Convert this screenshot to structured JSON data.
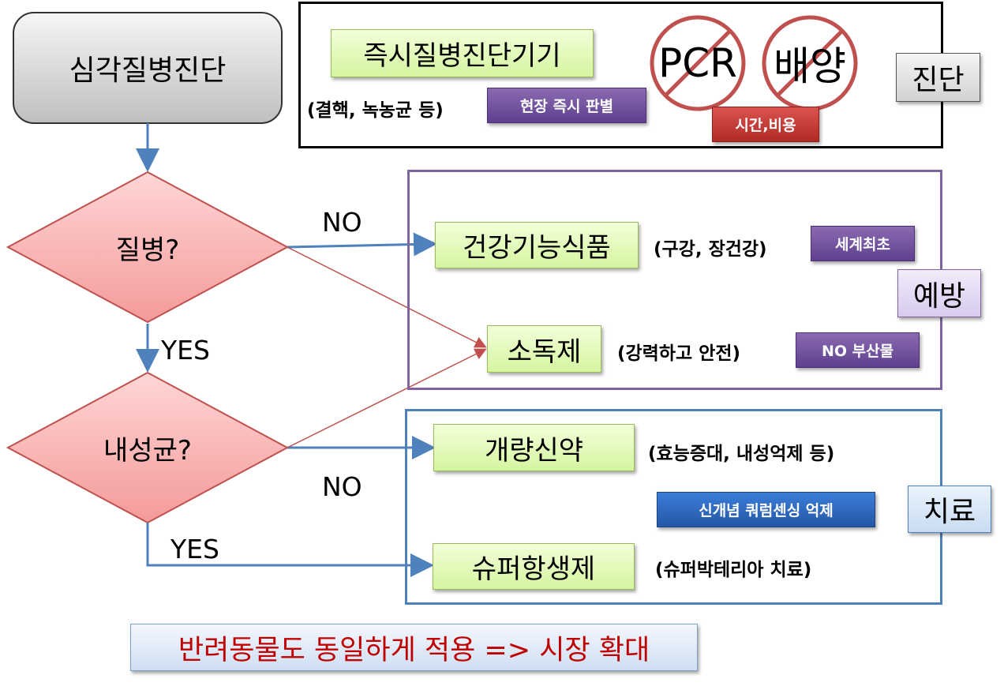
{
  "top": {
    "start_label": "심각질병진단"
  },
  "diagnosis": {
    "device_label": "즉시질병진단기기",
    "device_note": "(결핵, 녹농균 등)",
    "device_badge": "현장 즉시 판별",
    "pcr_label": "PCR",
    "culture_label": "배양",
    "cost_badge": "시간,비용",
    "side_label": "진단"
  },
  "decision1": {
    "label": "질병?",
    "no_label": "NO",
    "yes_label": "YES"
  },
  "decision2": {
    "label": "내성균?",
    "no_label": "NO",
    "yes_label": "YES"
  },
  "prevention": {
    "food_label": "건강기능식품",
    "food_note": "(구강, 장건강)",
    "food_badge": "세계최초",
    "disinfectant_label": "소독제",
    "disinfectant_note": "(강력하고 안전)",
    "disinfectant_badge": "NO 부산물",
    "side_label": "예방"
  },
  "treatment": {
    "drug_label": "개량신약",
    "drug_note": "(효능증대, 내성억제 등)",
    "quorum_badge": "신개념 쿼럼센싱 억제",
    "antibiotic_label": "슈퍼항생제",
    "antibiotic_note": "(슈퍼박테리아 치료)",
    "side_label": "치료"
  },
  "footer": {
    "label": "반려동물도 동일하게 적용 => 시장 확대"
  },
  "colors": {
    "arrow_blue": "#4f81bd",
    "arrow_red": "#c0504d",
    "diamond_fill": "#f9b7b7",
    "diamond_stroke": "#c0504d",
    "footer_text": "#c00000"
  }
}
